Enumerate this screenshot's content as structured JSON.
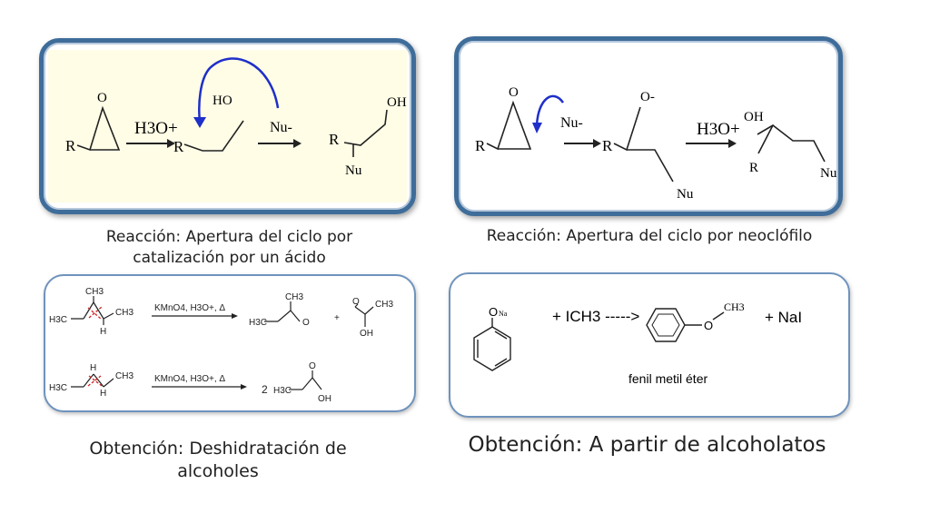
{
  "panels": {
    "acid": {
      "caption": "Reacción: Apertura del ciclo por catalización por un ácido",
      "r1": "R",
      "o1": "O",
      "reagent": "H3O+",
      "r2": "R",
      "ho": "HO",
      "nu": "Nu-",
      "r3": "R",
      "oh": "OH",
      "nu2": "Nu"
    },
    "nucleophile": {
      "caption": "Reacción: Apertura del ciclo por neoclófilo",
      "r1": "R",
      "o1": "O",
      "nu": "Nu-",
      "r2": "R",
      "o_minus": "O-",
      "nu2": "Nu",
      "reagent": "H3O+",
      "oh": "OH",
      "r3": "R",
      "nu3": "Nu"
    },
    "dehydration": {
      "caption": "Obtención: Deshidratación de alcoholes",
      "row1": {
        "ch3_top": "CH3",
        "h3c_left": "H3C",
        "ch3_right": "CH3",
        "h": "H",
        "reagent": "KMnO4, H3O+, Δ",
        "p1_ch3": "CH3",
        "p1_h3c": "H3C",
        "p1_o": "O",
        "plus": "+",
        "p2_o": "O",
        "p2_ch3": "CH3",
        "p2_oh": "OH"
      },
      "row2": {
        "h_top": "H",
        "h3c_left": "H3C",
        "ch3_right": "CH3",
        "h": "H",
        "reagent": "KMnO4, H3O+, Δ",
        "coef": "2",
        "p_h3c": "H3C",
        "p_o": "O",
        "p_oh": "OH"
      }
    },
    "alcoholate": {
      "caption": "Obtención: A partir de alcoholatos",
      "ona": "Na",
      "o_label": "O",
      "reagent_text": "+ ICH3  ----->",
      "ch3": "CH3",
      "o2": "O",
      "plus_nai": "+  NaI",
      "product_name": "fenil metil éter"
    }
  },
  "colors": {
    "top_border": "#3f6d9a",
    "bottom_border": "#6f93bd",
    "acid_bg": "#fffde6",
    "arrow_blue": "#1f2fc9",
    "cut_red": "#cc2222"
  }
}
